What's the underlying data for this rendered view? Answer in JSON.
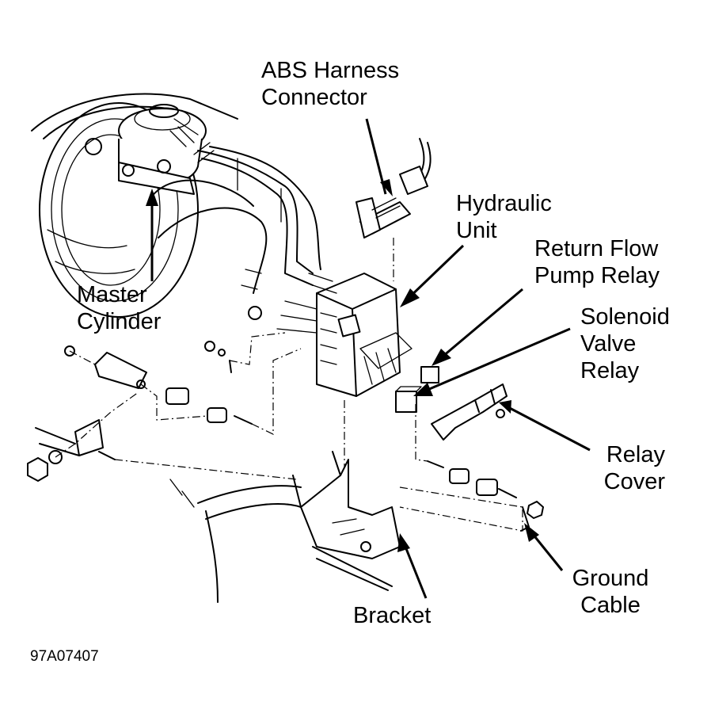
{
  "labels": {
    "abs_harness_connector": [
      "ABS Harness",
      "Connector"
    ],
    "hydraulic_unit": [
      "Hydraulic",
      "Unit"
    ],
    "return_flow_pump_relay": [
      "Return Flow",
      "Pump Relay"
    ],
    "solenoid_valve_relay": [
      "Solenoid",
      "Valve",
      "Relay"
    ],
    "master_cylinder": [
      "Master",
      "Cylinder"
    ],
    "relay_cover": [
      "Relay",
      "Cover"
    ],
    "ground_cable": [
      "Ground",
      "Cable"
    ],
    "bracket": [
      "Bracket"
    ]
  },
  "figure_code": "97A07407"
}
